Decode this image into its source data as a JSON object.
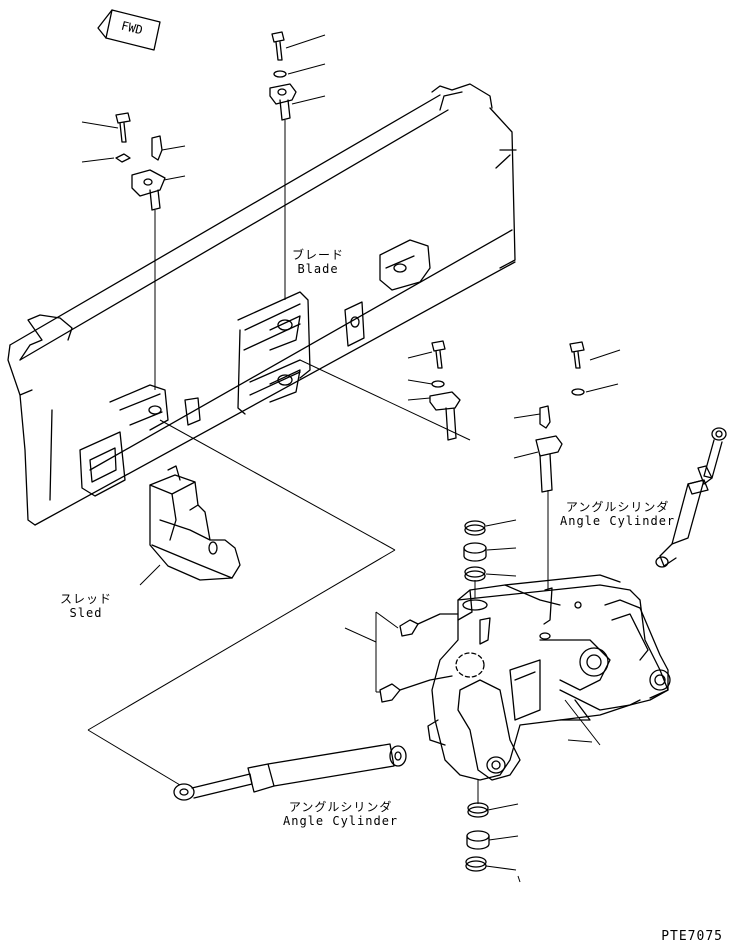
{
  "direction_marker": {
    "text": "FWD",
    "icon": "direction-arrow-icon"
  },
  "labels": {
    "blade": {
      "ja": "ブレード",
      "en": "Blade"
    },
    "sled": {
      "ja": "スレッド",
      "en": "Sled"
    },
    "angle_cylinder_right": {
      "ja": "アングルシリンダ",
      "en": "Angle Cylinder"
    },
    "angle_cylinder_bottom": {
      "ja": "アングルシリンダ",
      "en": "Angle Cylinder"
    }
  },
  "drawing_code": "PTE7075"
}
